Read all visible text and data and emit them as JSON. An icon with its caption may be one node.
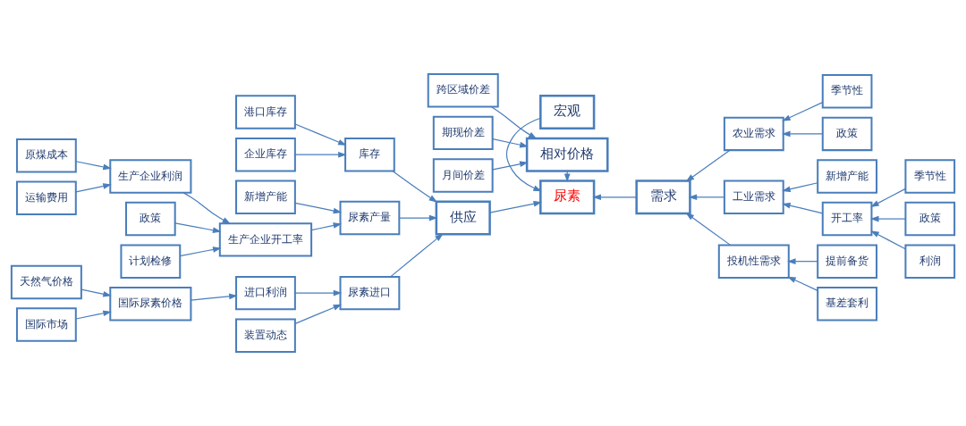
{
  "diagram": {
    "nodes": [
      {
        "text": [
          "新增产能"
        ]
      },
      {
        "text": [
          "政策"
        ]
      },
      {
        "text": [
          "计划检修"
        ]
      },
      {
        "text": [
          "生产企业开工率"
        ]
      },
      {
        "text": [
          "尿素产量"
        ]
      },
      {
        "text": [
          "原煤成本"
        ]
      },
      {
        "text": [
          "生产企业利润"
        ]
      },
      {
        "text": [
          "运输费用"
        ]
      },
      {
        "text": [
          "港口库存"
        ]
      },
      {
        "text": [
          "库存"
        ]
      },
      {
        "text": [
          "企业库存"
        ]
      },
      {
        "text": [
          "供应"
        ]
      },
      {
        "text": [
          "宏观"
        ]
      },
      {
        "text": [
          "尿素"
        ]
      },
      {
        "text": [
          "需求"
        ]
      },
      {
        "text": [
          "季节性"
        ]
      },
      {
        "text": [
          "农业需求"
        ]
      },
      {
        "text": [
          "政策"
        ]
      },
      {
        "text": [
          "新增产能"
        ]
      },
      {
        "text": [
          "季节性"
        ]
      },
      {
        "text": [
          "工业需求"
        ]
      },
      {
        "text": [
          "开工率"
        ]
      },
      {
        "text": [
          "政策"
        ]
      },
      {
        "text": [
          "利润"
        ]
      },
      {
        "text": [
          "装置动态"
        ]
      },
      {
        "text": [
          "尿素进口"
        ]
      },
      {
        "text": [
          "天然气价格"
        ]
      },
      {
        "text": [
          "国际尿素价格"
        ]
      },
      {
        "text": [
          "进口利润"
        ]
      },
      {
        "text": [
          "国际市场"
        ]
      },
      {
        "text": [
          "相对价格"
        ]
      },
      {
        "text": [
          "提前备货"
        ]
      },
      {
        "text": [
          "投机性需求"
        ]
      },
      {
        "text": [
          "基差套利"
        ]
      },
      {
        "text": [
          "期现价差"
        ]
      },
      {
        "text": [
          "月间价差"
        ]
      },
      {
        "text": [
          "跨区域价差"
        ]
      }
    ],
    "edges": [
      {
        "from": 0,
        "to": 4,
        "arrow": "to"
      },
      {
        "from": 1,
        "to": 3,
        "arrow": "to"
      },
      {
        "from": 2,
        "to": 3,
        "arrow": "to"
      },
      {
        "from": 6,
        "to": 3,
        "arrow": "to"
      },
      {
        "from": 3,
        "to": 4,
        "arrow": "to"
      },
      {
        "from": 5,
        "to": 6,
        "arrow": "to"
      },
      {
        "from": 7,
        "to": 6,
        "arrow": "to"
      },
      {
        "from": 8,
        "to": 9,
        "arrow": "to"
      },
      {
        "from": 10,
        "to": 9,
        "arrow": "to"
      },
      {
        "from": 4,
        "to": 11,
        "arrow": "to"
      },
      {
        "from": 9,
        "to": 11,
        "arrow": "to"
      },
      {
        "from": 25,
        "to": 11,
        "arrow": "to"
      },
      {
        "from": 11,
        "to": 13,
        "arrow": "to"
      },
      {
        "from": 12,
        "to": 13,
        "arrow": "to"
      },
      {
        "from": 14,
        "to": 13,
        "arrow": "to"
      },
      {
        "from": 30,
        "to": 13,
        "arrow": "to"
      },
      {
        "from": 16,
        "to": 14,
        "arrow": "to"
      },
      {
        "from": 20,
        "to": 14,
        "arrow": "to"
      },
      {
        "from": 32,
        "to": 14,
        "arrow": "to"
      },
      {
        "from": 15,
        "to": 16,
        "arrow": "to"
      },
      {
        "from": 17,
        "to": 16,
        "arrow": "to"
      },
      {
        "from": 18,
        "to": 20,
        "arrow": "to"
      },
      {
        "from": 21,
        "to": 20,
        "arrow": "to"
      },
      {
        "from": 19,
        "to": 21,
        "arrow": "to"
      },
      {
        "from": 22,
        "to": 21,
        "arrow": "to"
      },
      {
        "from": 23,
        "to": 21,
        "arrow": "to"
      },
      {
        "from": 24,
        "to": 25,
        "arrow": "to"
      },
      {
        "from": 28,
        "to": 25,
        "arrow": "to"
      },
      {
        "from": 27,
        "to": 28,
        "arrow": "to"
      },
      {
        "from": 26,
        "to": 27,
        "arrow": "to"
      },
      {
        "from": 29,
        "to": 27,
        "arrow": "to"
      },
      {
        "from": 31,
        "to": 32,
        "arrow": "to"
      },
      {
        "from": 33,
        "to": 32,
        "arrow": "to"
      },
      {
        "from": 34,
        "to": 30,
        "arrow": "to"
      },
      {
        "from": 35,
        "to": 30,
        "arrow": "to"
      },
      {
        "from": 36,
        "to": 30,
        "arrow": "to"
      }
    ]
  }
}
